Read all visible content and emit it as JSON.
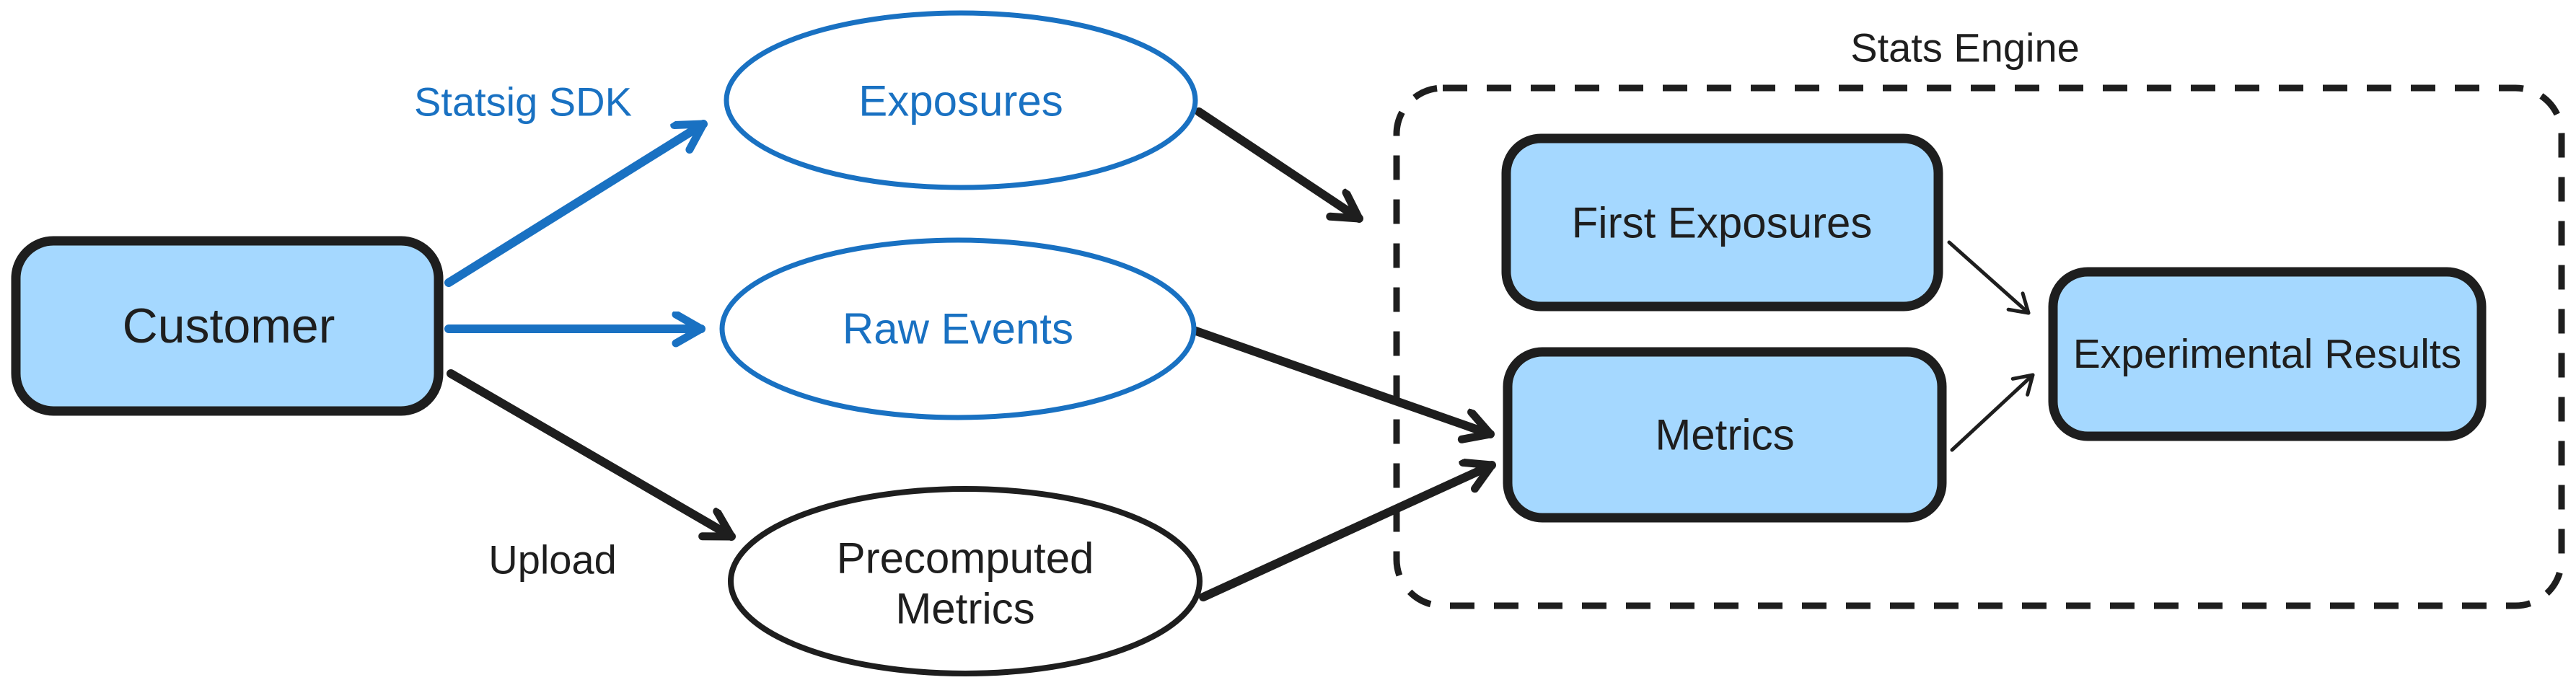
{
  "diagram": {
    "background": "#ffffff",
    "colors": {
      "accent_blue": "#1971c2",
      "node_fill_blue": "#a5d8ff",
      "ink_black": "#1e1e1e"
    },
    "nodes": {
      "customer": "Customer",
      "exposures": "Exposures",
      "raw_events": "Raw Events",
      "precomputed_metrics_line1": "Precomputed",
      "precomputed_metrics_line2": "Metrics",
      "first_exposures": "First Exposures",
      "metrics": "Metrics",
      "experimental_results": "Experimental Results"
    },
    "container_label": "Stats Engine",
    "edge_labels": {
      "statsig_sdk": "Statsig SDK",
      "upload": "Upload"
    }
  }
}
